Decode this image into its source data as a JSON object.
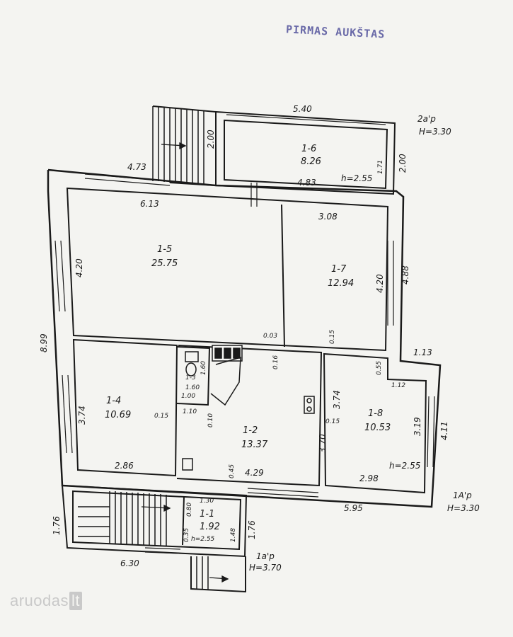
{
  "stamp": "PIRMAS AUKŠTAS",
  "watermark": {
    "brand": "aruodas",
    "tld": "lt"
  },
  "rooms": [
    {
      "code": "1-6",
      "area": "8.26"
    },
    {
      "code": "1-5",
      "area": "25.75"
    },
    {
      "code": "1-7",
      "area": "12.94"
    },
    {
      "code": "1-4",
      "area": "10.69"
    },
    {
      "code": "1-3",
      "area": "1.60"
    },
    {
      "code": "1-2",
      "area": "13.37"
    },
    {
      "code": "1-8",
      "area": "10.53"
    },
    {
      "code": "1-1",
      "area": "1.92"
    }
  ],
  "height_notes": {
    "top_right_label": "2a'p",
    "top_right_h": "H=3.30",
    "room_1_6_h": "h=2.55",
    "room_1_8_h": "h=2.55",
    "room_1_1_h": "h=2.55",
    "right_label": "1A'p",
    "right_h": "H=3.30",
    "bottom_label": "1a'p",
    "bottom_h": "H=3.70"
  },
  "dimensions": [
    "5.40",
    "2.00",
    "1.71",
    "4.83",
    "2.00",
    "4.73",
    "6.13",
    "3.08",
    "4.20",
    "4.20",
    "4.88",
    "8.99",
    "0.03",
    "0.15",
    "0.16",
    "1.13",
    "0.55",
    "1.12",
    "3.74",
    "0.15",
    "1.00",
    "1.60",
    "1.10",
    "0.10",
    "3.74",
    "0.15",
    "3.19",
    "4.11",
    "3.70",
    "2.86",
    "0.45",
    "4.29",
    "2.98",
    "5.95",
    "1.30",
    "0.80",
    "1.48",
    "1.76",
    "1.76",
    "0.35",
    "6.30"
  ]
}
